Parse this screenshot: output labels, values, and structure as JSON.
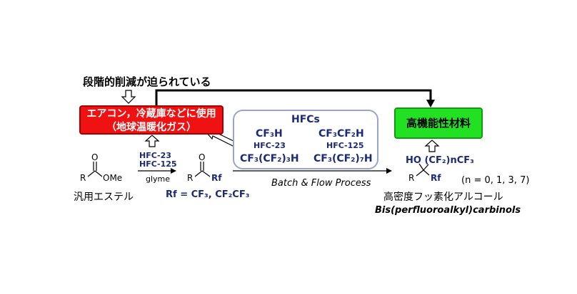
{
  "top_label": "段階的削減が迫られている",
  "red_box": {
    "line1": "エアコン，冷蔵庫などに使用",
    "line2": "（地球温暖化ガス）"
  },
  "green_box": {
    "label": "高機能性材料"
  },
  "hfcs": {
    "title": "HFCs",
    "cf3h": "CF₃H",
    "hfc23": "HFC-23",
    "cf3cf2h": "CF₃CF₂H",
    "hfc125": "HFC-125",
    "c4": "CF₃(CF₂)₃H",
    "c8": "CF₃(CF₂)₇H"
  },
  "reagents": {
    "line1": "HFC-23",
    "line2": "HFC-125",
    "solvent": "glyme"
  },
  "ester": {
    "R": "R",
    "O": "O",
    "OMe": "OMe",
    "caption": "汎用エステル"
  },
  "ketone": {
    "O": "O",
    "R": "R",
    "Rf": "Rf",
    "rf_def": "Rf = CF₃, CF₂CF₃"
  },
  "process_label": "Batch & Flow Process",
  "product": {
    "ho": "HO (CF₂)nCF₃",
    "R": "R",
    "Rf": "Rf",
    "n_values": "(n = 0, 1, 3, 7)",
    "caption_jp": "高密度フッ素化アルコール",
    "caption_en": "Bis(perfluoroalkyl)carbinols"
  },
  "colors": {
    "red": "#f01212",
    "green": "#22e022",
    "navy": "#1b2a78",
    "box_border": "#9aa6c8"
  }
}
